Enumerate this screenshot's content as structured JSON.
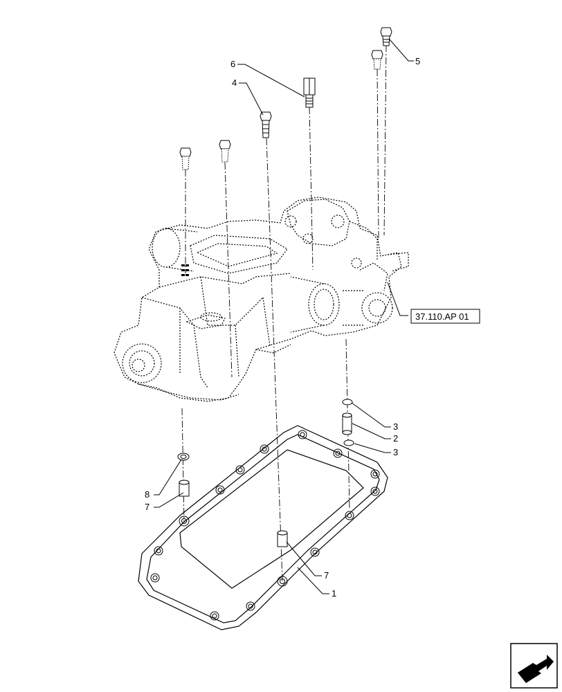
{
  "callouts": {
    "c1": "1",
    "c2": "2",
    "c3a": "3",
    "c3b": "3",
    "c4": "4",
    "c5": "5",
    "c6": "6",
    "c7a": "7",
    "c7b": "7",
    "c8": "8"
  },
  "reference": {
    "label": "37.110.AP 01"
  },
  "icons": {
    "nav": "next-page-arrow-icon"
  }
}
